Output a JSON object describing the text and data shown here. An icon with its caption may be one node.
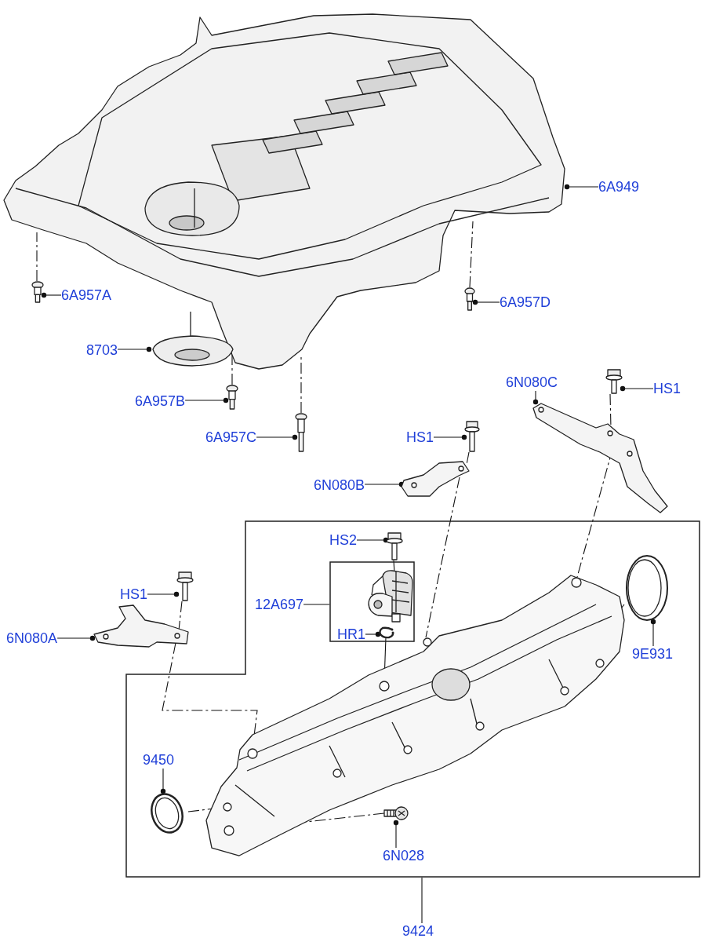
{
  "diagram": {
    "nodes": [
      {
        "text": [],
        "shape": "picture"
      },
      {
        "text": [
          "6A949"
        ]
      },
      {
        "text": [
          "6A957A"
        ]
      },
      {
        "text": [],
        "shape": "picture"
      },
      {
        "text": [
          "6A957D"
        ]
      },
      {
        "text": [],
        "shape": "picture"
      },
      {
        "text": [
          "8703"
        ]
      },
      {
        "text": [],
        "shape": "picture"
      },
      {
        "text": [
          "6A957B"
        ]
      },
      {
        "text": [],
        "shape": "picture"
      },
      {
        "text": [
          "6A957C"
        ]
      },
      {
        "text": [],
        "shape": "picture"
      },
      {
        "text": [
          "6N080C"
        ]
      },
      {
        "text": [
          "HS1"
        ]
      },
      {
        "text": [],
        "shape": "picture"
      },
      {
        "text": [],
        "shape": "picture"
      },
      {
        "text": [
          "HS1"
        ]
      },
      {
        "text": [],
        "shape": "picture"
      },
      {
        "text": [
          "6N080B"
        ]
      },
      {
        "text": [],
        "shape": "picture"
      },
      {
        "text": [
          "HS1"
        ]
      },
      {
        "text": [],
        "shape": "picture"
      },
      {
        "text": [
          "6N080A"
        ]
      },
      {
        "text": [],
        "shape": "picture"
      },
      {
        "text": [],
        "shape": "box"
      },
      {
        "text": [
          "HS2"
        ],
        "in": 24
      },
      {
        "text": [],
        "shape": "picture",
        "in": 24
      },
      {
        "text": [
          "12A697"
        ],
        "in": 24
      },
      {
        "text": [],
        "shape": "box",
        "in": 24
      },
      {
        "text": [],
        "shape": "picture",
        "in": 28
      },
      {
        "text": [
          "HR1"
        ],
        "in": 28
      },
      {
        "text": [],
        "shape": "picture",
        "in": 28
      },
      {
        "text": [],
        "shape": "picture",
        "in": 24
      },
      {
        "text": [
          "9E931"
        ],
        "in": 24
      },
      {
        "text": [
          "9450"
        ],
        "in": 24
      },
      {
        "text": [],
        "shape": "picture",
        "in": 24
      },
      {
        "text": [],
        "shape": "picture",
        "in": 24
      },
      {
        "text": [],
        "shape": "picture",
        "in": 24
      },
      {
        "text": [
          "6N028"
        ],
        "in": 24
      },
      {
        "text": [
          "9424"
        ]
      }
    ],
    "edges": [
      {
        "from": 1,
        "to": 0,
        "arrow": "other"
      },
      {
        "from": 2,
        "to": 3,
        "arrow": "other"
      },
      {
        "from": 4,
        "to": 5,
        "arrow": "other"
      },
      {
        "from": 6,
        "to": 7,
        "arrow": "other"
      },
      {
        "from": 8,
        "to": 9,
        "arrow": "other"
      },
      {
        "from": 10,
        "to": 11,
        "arrow": "other"
      },
      {
        "from": 12,
        "to": 15,
        "arrow": "other"
      },
      {
        "from": 13,
        "to": 14,
        "arrow": "other"
      },
      {
        "from": 16,
        "to": 17,
        "arrow": "other"
      },
      {
        "from": 18,
        "to": 19,
        "arrow": "other"
      },
      {
        "from": 20,
        "to": 21,
        "arrow": "other"
      },
      {
        "from": 22,
        "to": 23,
        "arrow": "other"
      },
      {
        "from": 25,
        "to": 26,
        "arrow": "other"
      },
      {
        "from": 27,
        "to": 28,
        "arrow": "none"
      },
      {
        "from": 30,
        "to": 31,
        "arrow": "other"
      },
      {
        "from": 33,
        "to": 32,
        "arrow": "other"
      },
      {
        "from": 34,
        "to": 35,
        "arrow": "other"
      },
      {
        "from": 38,
        "to": 37,
        "arrow": "other"
      },
      {
        "from": 39,
        "to": 24,
        "arrow": "none"
      },
      {
        "from": 3,
        "to": 0,
        "arrow": "none",
        "style": "dashed"
      },
      {
        "from": 9,
        "to": 0,
        "arrow": "none",
        "style": "dashed"
      },
      {
        "from": 11,
        "to": 0,
        "arrow": "none",
        "style": "dashed"
      },
      {
        "from": 5,
        "to": 0,
        "arrow": "none",
        "style": "dashed"
      },
      {
        "from": 14,
        "to": 15,
        "arrow": "none",
        "style": "dashed"
      },
      {
        "from": 15,
        "to": 36,
        "arrow": "none",
        "style": "dashed"
      },
      {
        "from": 17,
        "to": 19,
        "arrow": "none",
        "style": "dashed"
      },
      {
        "from": 19,
        "to": 36,
        "arrow": "none",
        "style": "dashed"
      },
      {
        "from": 21,
        "to": 23,
        "arrow": "none",
        "style": "dashed"
      },
      {
        "from": 23,
        "to": 36,
        "arrow": "none",
        "style": "dashed"
      },
      {
        "from": 35,
        "to": 36,
        "arrow": "none",
        "style": "dashed"
      },
      {
        "from": 37,
        "to": 36,
        "arrow": "none",
        "style": "dashed"
      },
      {
        "from": 26,
        "to": 29,
        "arrow": "none"
      },
      {
        "from": 31,
        "to": 36,
        "arrow": "none"
      },
      {
        "from": 32,
        "to": 36,
        "arrow": "none",
        "style": "dashed"
      }
    ]
  }
}
